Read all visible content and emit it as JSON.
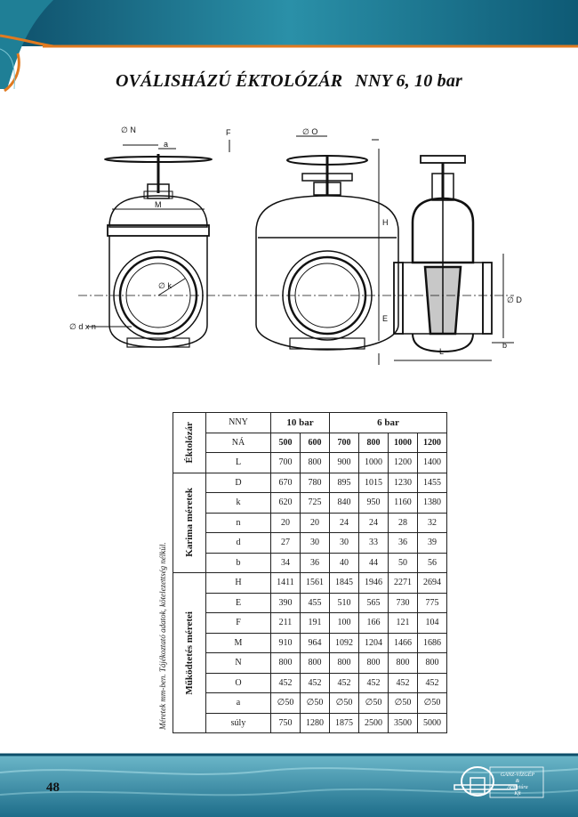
{
  "title": {
    "main": "OVÁLISHÁZÚ ÉKTOLÓZÁR",
    "spec": "NNY 6, 10 bar"
  },
  "drawing_labels": {
    "n_diam": "∅ N",
    "a": "a",
    "f": "F",
    "o": "∅ O",
    "m": "M",
    "h": "H",
    "k": "∅ k",
    "e": "E",
    "d": "∅ D",
    "b": "b",
    "l": "L",
    "dxn": "∅ d x n"
  },
  "side_note": "Méretek mm-ben. Tájékoztató adatok, kötelezettség nélkül.",
  "table": {
    "nny_label": "NNY",
    "group_10": "10 bar",
    "group_6": "6 bar",
    "sections": {
      "ektolozar": "Éktolózár",
      "karima": "Karima méretek",
      "mukodtetes": "Működtetés méretei"
    },
    "rows": [
      {
        "label": "NÁ",
        "values": [
          "500",
          "600",
          "700",
          "800",
          "1000",
          "1200"
        ],
        "bold": true
      },
      {
        "label": "L",
        "values": [
          "700",
          "800",
          "900",
          "1000",
          "1200",
          "1400"
        ]
      },
      {
        "label": "D",
        "values": [
          "670",
          "780",
          "895",
          "1015",
          "1230",
          "1455"
        ]
      },
      {
        "label": "k",
        "values": [
          "620",
          "725",
          "840",
          "950",
          "1160",
          "1380"
        ]
      },
      {
        "label": "n",
        "values": [
          "20",
          "20",
          "24",
          "24",
          "28",
          "32"
        ]
      },
      {
        "label": "d",
        "values": [
          "27",
          "30",
          "30",
          "33",
          "36",
          "39"
        ]
      },
      {
        "label": "b",
        "values": [
          "34",
          "36",
          "40",
          "44",
          "50",
          "56"
        ]
      },
      {
        "label": "H",
        "values": [
          "1411",
          "1561",
          "1845",
          "1946",
          "2271",
          "2694"
        ]
      },
      {
        "label": "E",
        "values": [
          "390",
          "455",
          "510",
          "565",
          "730",
          "775"
        ]
      },
      {
        "label": "F",
        "values": [
          "211",
          "191",
          "100",
          "166",
          "121",
          "104"
        ]
      },
      {
        "label": "M",
        "values": [
          "910",
          "964",
          "1092",
          "1204",
          "1466",
          "1686"
        ]
      },
      {
        "label": "N",
        "values": [
          "800",
          "800",
          "800",
          "800",
          "800",
          "800"
        ]
      },
      {
        "label": "O",
        "values": [
          "452",
          "452",
          "452",
          "452",
          "452",
          "452"
        ]
      },
      {
        "label": "a",
        "values": [
          "∅50",
          "∅50",
          "∅50",
          "∅50",
          "∅50",
          "∅50"
        ]
      },
      {
        "label": "súly",
        "values": [
          "750",
          "1280",
          "1875",
          "2500",
          "3500",
          "5000"
        ]
      }
    ]
  },
  "page_number": "48",
  "logo": {
    "line1": "GANZ-VÍZGÉP",
    "line2": "&",
    "line3": "Armatúra",
    "line4": "Kft"
  },
  "colors": {
    "band_teal": "#1f7f96",
    "band_dark": "#0e4f6a",
    "band_light": "#7ec6d4",
    "orange_line": "#e07a20"
  }
}
